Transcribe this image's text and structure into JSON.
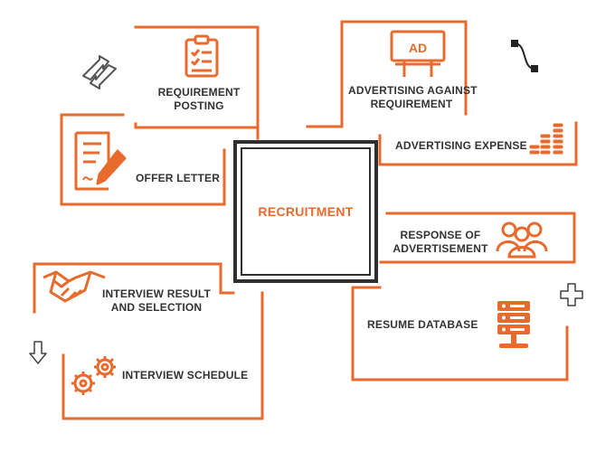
{
  "colors": {
    "accent": "#e86a2c",
    "frame": "#e86a2c",
    "text": "#333333",
    "dark": "#2f2f2f"
  },
  "center": {
    "label": "RECRUITMENT"
  },
  "nodes": {
    "requirement_posting": {
      "line1": "REQUIREMENT",
      "line2": "POSTING",
      "icon": "clipboard-icon"
    },
    "advertising_against_requirement": {
      "line1": "ADVERTISING AGAINST",
      "line2": "REQUIREMENT",
      "icon": "billboard-icon",
      "icon_text": "AD"
    },
    "advertising_expense": {
      "label": "ADVERTISING EXPENSE",
      "icon": "coin-stacks-icon"
    },
    "offer_letter": {
      "label": "OFFER LETTER",
      "icon": "document-pen-icon"
    },
    "response_of_advertisement": {
      "line1": "RESPONSE OF",
      "line2": "ADVERTISEMENT",
      "icon": "people-group-icon"
    },
    "interview_result": {
      "line1": "INTERVIEW RESULT",
      "line2": "AND SELECTION",
      "icon": "handshake-icon"
    },
    "resume_database": {
      "label": "RESUME DATABASE",
      "icon": "database-server-icon"
    },
    "interview_schedule": {
      "label": "INTERVIEW SCHEDULE",
      "icon": "gears-icon"
    }
  },
  "decorations": [
    "exchange-arrows-icon",
    "bezier-path-icon",
    "plus-outline-icon",
    "down-arrow-icon"
  ]
}
